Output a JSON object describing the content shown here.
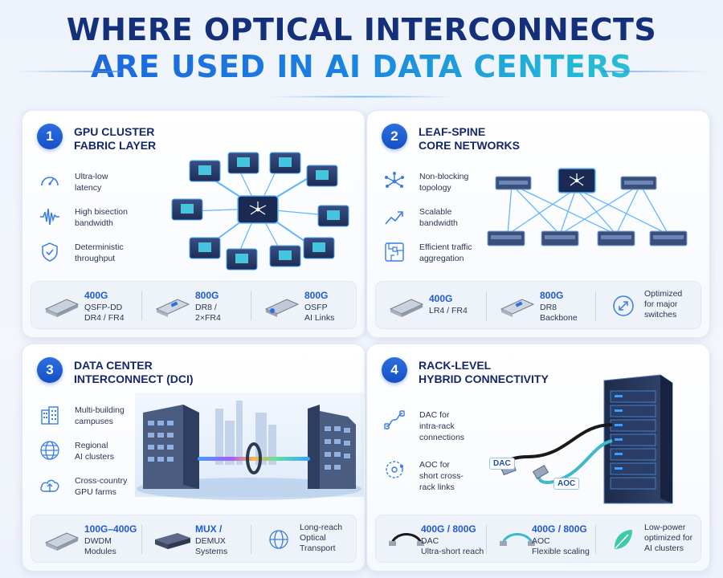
{
  "title": {
    "line1": "WHERE OPTICAL INTERCONNECTS",
    "line2": "ARE USED IN AI DATA CENTERS"
  },
  "panels": [
    {
      "number": "1",
      "title_line1": "GPU CLUSTER",
      "title_line2": "FABRIC LAYER",
      "features": [
        {
          "icon": "speedometer-icon",
          "line1": "Ultra-low",
          "line2": "latency"
        },
        {
          "icon": "waveform-icon",
          "line1": "High bisection",
          "line2": "bandwidth"
        },
        {
          "icon": "shield-check-icon",
          "line1": "Deterministic",
          "line2": "throughput"
        }
      ],
      "bar": [
        {
          "icon": "qsfp-module-icon",
          "t1": "400G",
          "t2a": "QSFP-DD",
          "t2b": "DR4 / FR4"
        },
        {
          "icon": "transceiver-icon",
          "t1": "800G",
          "t2a": "DR8 /",
          "t2b": "2×FR4"
        },
        {
          "icon": "osfp-module-icon",
          "t1": "800G",
          "t2a": "OSFP",
          "t2b": "AI Links"
        }
      ]
    },
    {
      "number": "2",
      "title_line1": "LEAF-SPINE",
      "title_line2": "CORE NETWORKS",
      "features": [
        {
          "icon": "network-nodes-icon",
          "line1": "Non-blocking",
          "line2": "topology"
        },
        {
          "icon": "trend-up-icon",
          "line1": "Scalable",
          "line2": "bandwidth"
        },
        {
          "icon": "circuit-board-icon",
          "line1": "Efficient traffic",
          "line2": "aggregation"
        }
      ],
      "bar": [
        {
          "icon": "transceiver-icon",
          "t1": "400G",
          "t2a": "LR4 / FR4",
          "t2b": ""
        },
        {
          "icon": "transceiver-icon",
          "t1": "800G",
          "t2a": "DR8",
          "t2b": "Backbone"
        },
        {
          "icon": "switch-badge-icon",
          "t1": "",
          "t2a": "Optimized",
          "t2b": "for major",
          "t2c": "switches"
        }
      ]
    },
    {
      "number": "3",
      "title_line1": "DATA CENTER",
      "title_line2": "INTERCONNECT (DCI)",
      "features": [
        {
          "icon": "buildings-icon",
          "line1": "Multi-building",
          "line2": "campuses"
        },
        {
          "icon": "globe-icon",
          "line1": "Regional",
          "line2": "AI clusters"
        },
        {
          "icon": "cloud-upload-icon",
          "line1": "Cross-country",
          "line2": "GPU farms"
        }
      ],
      "bar": [
        {
          "icon": "dwdm-module-icon",
          "t1": "100G–400G",
          "t2a": "DWDM",
          "t2b": "Modules"
        },
        {
          "icon": "mux-box-icon",
          "t1": "MUX /",
          "t2a": "DEMUX",
          "t2b": "Systems"
        },
        {
          "icon": "globe-network-icon",
          "t1": "",
          "t2a": "Long-reach",
          "t2b": "Optical",
          "t2c": "Transport"
        }
      ]
    },
    {
      "number": "4",
      "title_line1": "RACK-LEVEL",
      "title_line2": "HYBRID CONNECTIVITY",
      "features": [
        {
          "icon": "cable-link-icon",
          "line1": "DAC for",
          "line2": "intra-rack",
          "line3": "connections"
        },
        {
          "icon": "orbit-icon",
          "line1": "AOC for",
          "line2": "short cross-",
          "line3": "rack links"
        }
      ],
      "labels": {
        "dac": "DAC",
        "aoc": "AOC"
      },
      "bar": [
        {
          "icon": "dac-cable-icon",
          "t1": "400G / 800G",
          "t2a": "DAC",
          "t2b": "Ultra-short reach"
        },
        {
          "icon": "aoc-cable-icon",
          "t1": "400G / 800G",
          "t2a": "AOC",
          "t2b": "Flexible scaling"
        },
        {
          "icon": "leaf-icon",
          "t1": "",
          "t2a": "Low-power",
          "t2b": "optimized for",
          "t2c": "AI clusters"
        }
      ]
    }
  ],
  "colors": {
    "navy": "#14286a",
    "accent": "#1e5ad2",
    "cyan": "#23b8d6",
    "glow": "#3aa0ff"
  }
}
